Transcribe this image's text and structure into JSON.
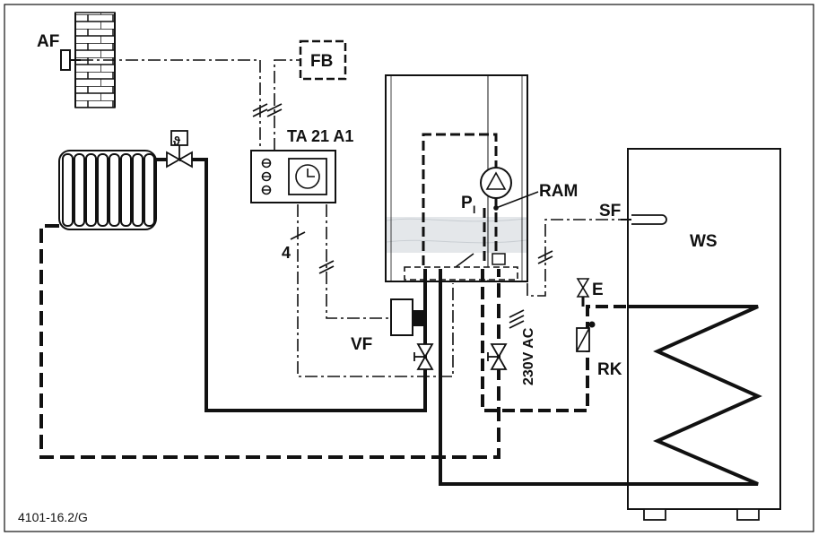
{
  "labels": {
    "af": "AF",
    "fb": "FB",
    "ta": "TA 21 A1",
    "p": "P",
    "p_sub": "I",
    "ram": "RAM",
    "sf": "SF",
    "ws": "WS",
    "four": "4",
    "vf": "VF",
    "e": "E",
    "rk": "RK",
    "voltage": "230V AC",
    "theta": "ϑ",
    "drawing_code": "4101-16.2/G"
  },
  "colors": {
    "line": "#111111",
    "hatch": "#e4e7ea",
    "background": "#ffffff"
  }
}
